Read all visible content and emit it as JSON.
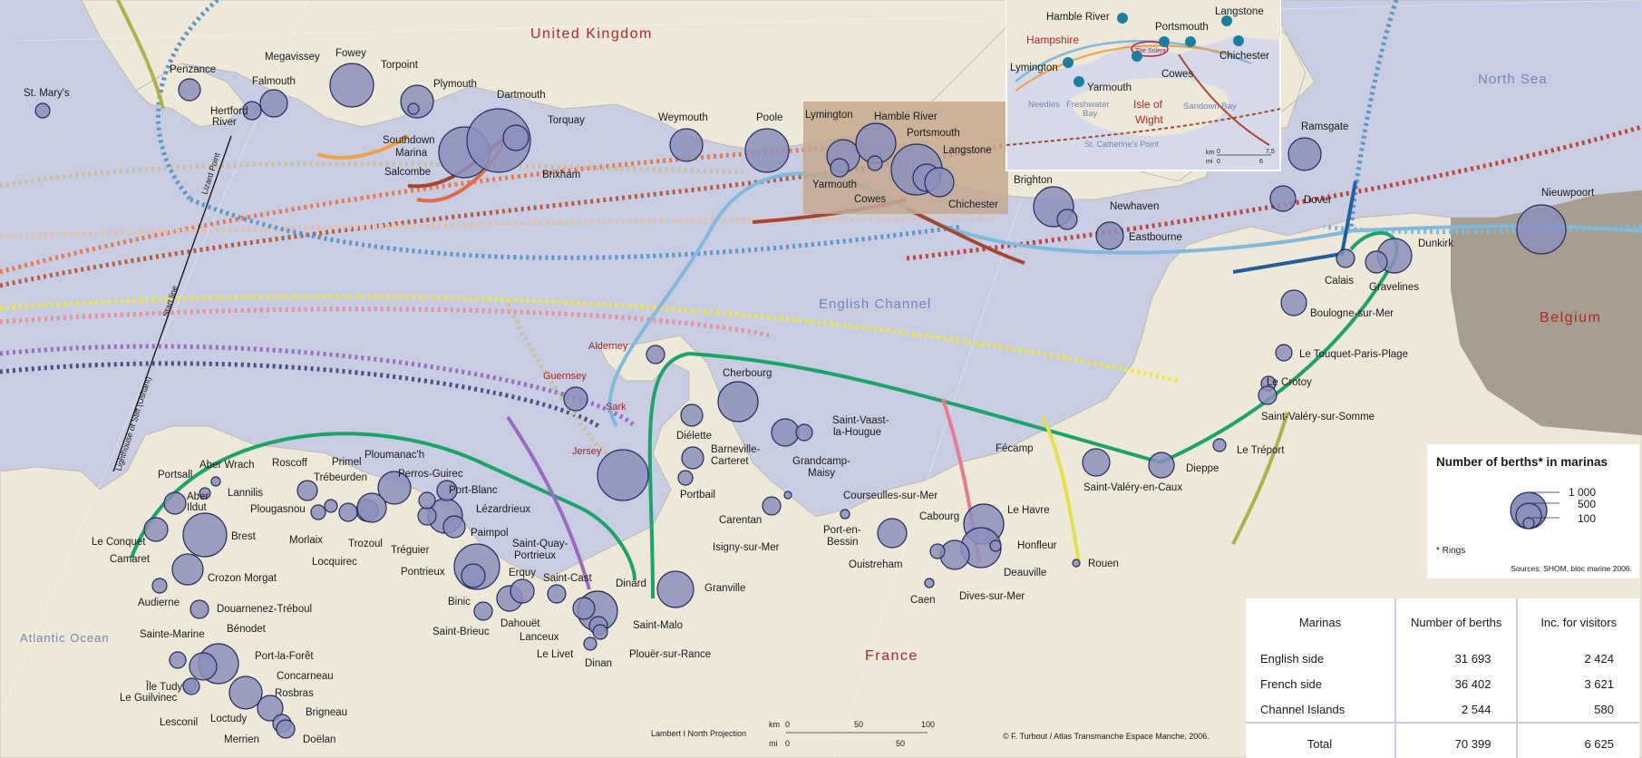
{
  "map": {
    "countries": {
      "uk": "United Kingdom",
      "france": "France",
      "belgium": "Belgium"
    },
    "seas": {
      "channel": "English Channel",
      "north_sea": "North Sea",
      "atlantic": "Atlantic Ocean"
    },
    "channel_islands": {
      "alderney": "Alderney",
      "guernsey": "Guernsey",
      "sark": "Sark",
      "jersey": "Jersey"
    },
    "marinas": [
      "St. Mary's",
      "Penzance",
      "Megavissey",
      "Fowey",
      "Falmouth",
      "Hertford",
      "River",
      "Torpoint",
      "Plymouth",
      "Southdown",
      "Marina",
      "Dartmouth",
      "Torquay",
      "Salcombe",
      "Brixham",
      "Weymouth",
      "Poole",
      "Lymington",
      "Hamble River",
      "Portsmouth",
      "Langstone",
      "Yarmouth",
      "Cowes",
      "Chichester",
      "Brighton",
      "Newhaven",
      "Eastbourne",
      "Ramsgate",
      "Dover",
      "Nieuwpoort",
      "Dunkirk",
      "Calais",
      "Gravelines",
      "Boulogne-sur-Mer",
      "Le Touquet-Paris-Plage",
      "Le Crotoy",
      "Saint-Valéry-sur-Somme",
      "Le Tréport",
      "Dieppe",
      "Saint-Valéry-en-Caux",
      "Fécamp",
      "Le Havre",
      "Honfleur",
      "Rouen",
      "Deauville",
      "Dives-sur-Mer",
      "Cabourg",
      "Ouistreham",
      "Caen",
      "Courseulles-sur-Mer",
      "Port-en-",
      "Bessin",
      "Grandcamp-",
      "Maisy",
      "Isigny-sur-Mer",
      "Carentan",
      "Saint-Vaast-",
      "la-Hougue",
      "Cherbourg",
      "Diélette",
      "Barneville-",
      "Carteret",
      "Portbail",
      "Granville",
      "Saint-Malo",
      "Dinard",
      "Plouër-sur-Rance",
      "Dinan",
      "Le Livet",
      "Lanceux",
      "Saint-Cast",
      "Dahouët",
      "Erquy",
      "Saint-Brieuc",
      "Binic",
      "Saint-Quay-",
      "Portrieux",
      "Paimpol",
      "Lézardrieux",
      "Pontrieux",
      "Tréguier",
      "Port-Blanc",
      "Perros-Guirec",
      "Ploumanac'h",
      "Trébeurden",
      "Primel",
      "Roscoff",
      "Plougasnou",
      "Morlaix",
      "Trozoul",
      "Locquirec",
      "Aber Wrach",
      "Lannilis",
      "Portsall",
      "Aber",
      "Ildut",
      "Brest",
      "Le Conquet",
      "Camaret",
      "Crozon Morgat",
      "Audierne",
      "Douarnenez-Tréboul",
      "Sainte-Marine",
      "Bénodet",
      "Île Tudy",
      "Port-la-Forêt",
      "Concarneau",
      "Le Guilvinec",
      "Rosbras",
      "Lesconil",
      "Loctudy",
      "Brigneau",
      "Merrien",
      "Doëlan"
    ],
    "inset": {
      "places": [
        "Hamble River",
        "Portsmouth",
        "Langstone",
        "Hampshire",
        "Lymington",
        "Chichester",
        "Cowes",
        "Yarmouth",
        "Needles",
        "Freshwater",
        "Bay",
        "Isle of",
        "Wight",
        "Sandown Bay",
        "St. Catherine's Point",
        "The Solent"
      ],
      "scale_km": [
        "km",
        "0",
        "7,5"
      ],
      "scale_mi": [
        "mi",
        "0",
        "6"
      ]
    },
    "annotations": {
      "start_line": "Start line",
      "lizard": "Lizard Point",
      "lighthouse": "Lighthouse of Stiff (Ushant)",
      "projection": "Lambert I North Projection",
      "credit": "© F. Turbout / Atlas Transmanche Espace Manche, 2006."
    },
    "scale": {
      "km": [
        "km",
        "0",
        "50",
        "100"
      ],
      "mi": [
        "mi",
        "0",
        "50"
      ]
    }
  },
  "legend": {
    "title": "Number of berths* in marinas",
    "values": [
      "1 000",
      "500",
      "100"
    ],
    "rings_note": "* Rings",
    "source": "Sources: SHOM, bloc marine 2006."
  },
  "table": {
    "headers": [
      "Marinas",
      "Number of berths",
      "Inc. for visitors"
    ],
    "rows": [
      [
        "English side",
        "31 693",
        "2 424"
      ],
      [
        "French side",
        "36 402",
        "3 621"
      ],
      [
        "Channel Islands",
        "2 544",
        "580"
      ]
    ],
    "total": [
      "Total",
      "70 399",
      "6 625"
    ]
  },
  "colors": {
    "sea": "#c8cde3",
    "land": "#ede8d8",
    "belgium_land": "#a89e8f",
    "bubble": "#8b8fbc",
    "bubble_stroke": "#242a5a",
    "country_label": "#b0282e",
    "route_green": "#1aa46a",
    "route_blue": "#7fb9dc",
    "route_red": "#a5462e"
  }
}
